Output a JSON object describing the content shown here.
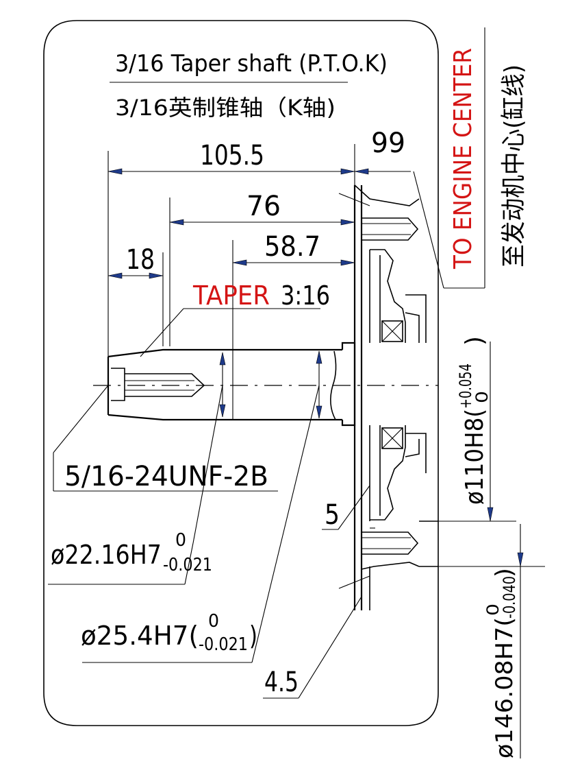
{
  "title": {
    "english": "3/16  Taper shaft (P.T.O.K)",
    "chinese": "3/16英制锥轴（K轴)"
  },
  "dimensions": {
    "d105_5": "105.5",
    "d99": "99",
    "d76": "76",
    "d58_7": "58.7",
    "d18": "18",
    "taper_label": "TAPER",
    "taper_ratio": "3:16",
    "thread": "5/16-24UNF-2B",
    "d5": "5",
    "d4_5": "4.5",
    "dia22_main": "ø22.16H7",
    "dia22_up": "0",
    "dia22_low": "-0.021",
    "dia25_main": "ø25.4H7(",
    "dia25_up": "0",
    "dia25_low": "-0.021",
    "dia25_close": ")",
    "dia110_main": "ø110H8(",
    "dia110_up": "+0.054",
    "dia110_low": "0",
    "dia110_close": ")",
    "dia146_main": "ø146.08H7(",
    "dia146_up": "0",
    "dia146_low": "-0.040",
    "dia146_close": ")"
  },
  "side": {
    "to_engine_center": "TO ENGINE CENTER",
    "to_engine_center_cn": "至发动机中心(缸线)"
  },
  "colors": {
    "accent_red": "#d41414",
    "arrow_blue": "#1e3a8a"
  }
}
